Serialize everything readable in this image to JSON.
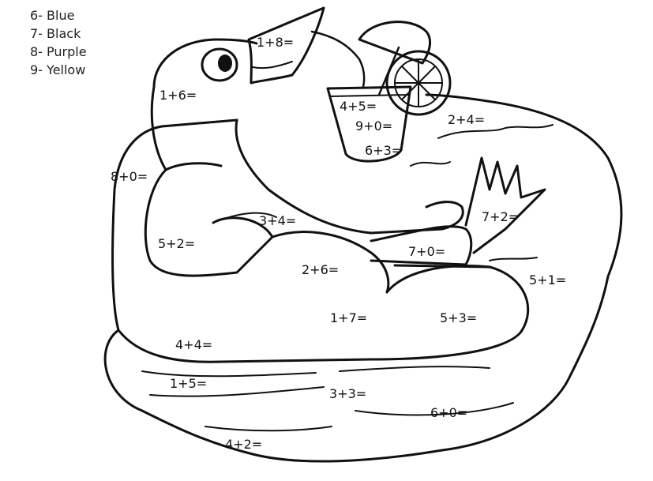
{
  "legend": [
    "6- Blue",
    "7- Black",
    "8- Purple",
    "9- Yellow"
  ],
  "equations": {
    "head": "1+6=",
    "beak": "1+8=",
    "glass_top": "4+5=",
    "glass_mid": "9+0=",
    "glass_bottom": "6+3=",
    "float_left": "8+0=",
    "wing": "3+4=",
    "body": "5+2=",
    "belly": "2+6=",
    "leg": "7+0=",
    "tail": "7+2=",
    "water_right_top": "2+4=",
    "water_right": "5+1=",
    "feet_left": "1+7=",
    "feet_right": "5+3=",
    "float_bottom": "4+4=",
    "water_left": "1+5=",
    "water_center": "3+3=",
    "water_right_bottom": "6+0=",
    "water_bottom": "4+2="
  },
  "colors": {
    "ink": "#111111",
    "paper": "#ffffff"
  }
}
